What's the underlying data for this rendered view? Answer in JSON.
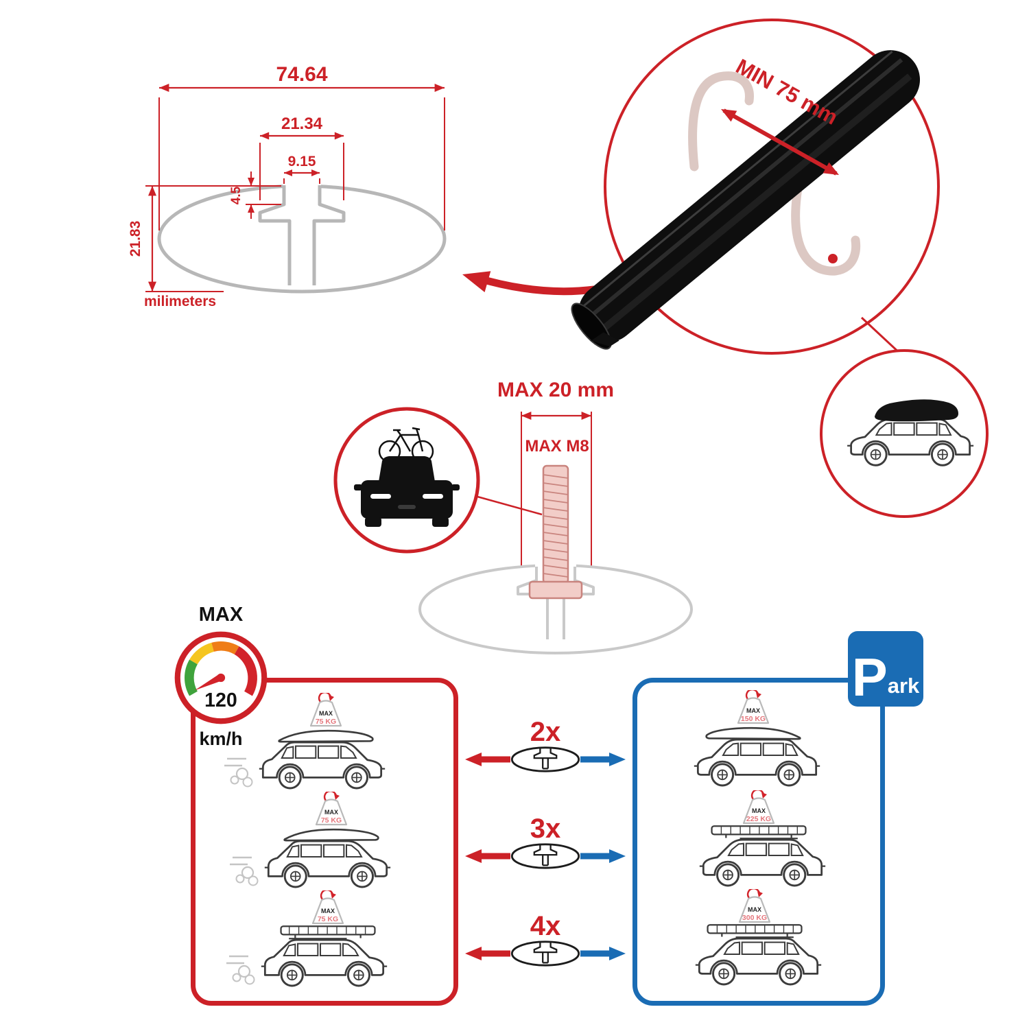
{
  "colors": {
    "red": "#cc2127",
    "blue": "#1a6cb4",
    "ghost_gray": "#b7b7b7",
    "ghost_pink": "#dcc8c3"
  },
  "dims": {
    "total_width": "74.64",
    "cavity_width": "21.34",
    "slot_width": "9.15",
    "slot_depth": "4.5",
    "total_height": "21.83",
    "units": "milimeters"
  },
  "bar": {
    "min_span": "MIN 75 mm"
  },
  "bolt": {
    "max_width": "MAX 20 mm",
    "max_thread": "MAX M8"
  },
  "speed": {
    "label": "MAX",
    "value": "120",
    "units": "km/h"
  },
  "park": {
    "letter": "P",
    "suffix": "ark"
  },
  "multipliers": [
    "2x",
    "3x",
    "4x"
  ],
  "left_cars": [
    {
      "max": "MAX",
      "load": "75 KG"
    },
    {
      "max": "MAX",
      "load": "75 KG"
    },
    {
      "max": "MAX",
      "load": "75 KG"
    }
  ],
  "right_cars": [
    {
      "max": "MAX",
      "load": "150 KG"
    },
    {
      "max": "MAX",
      "load": "225 KG"
    },
    {
      "max": "MAX",
      "load": "300 KG"
    }
  ]
}
